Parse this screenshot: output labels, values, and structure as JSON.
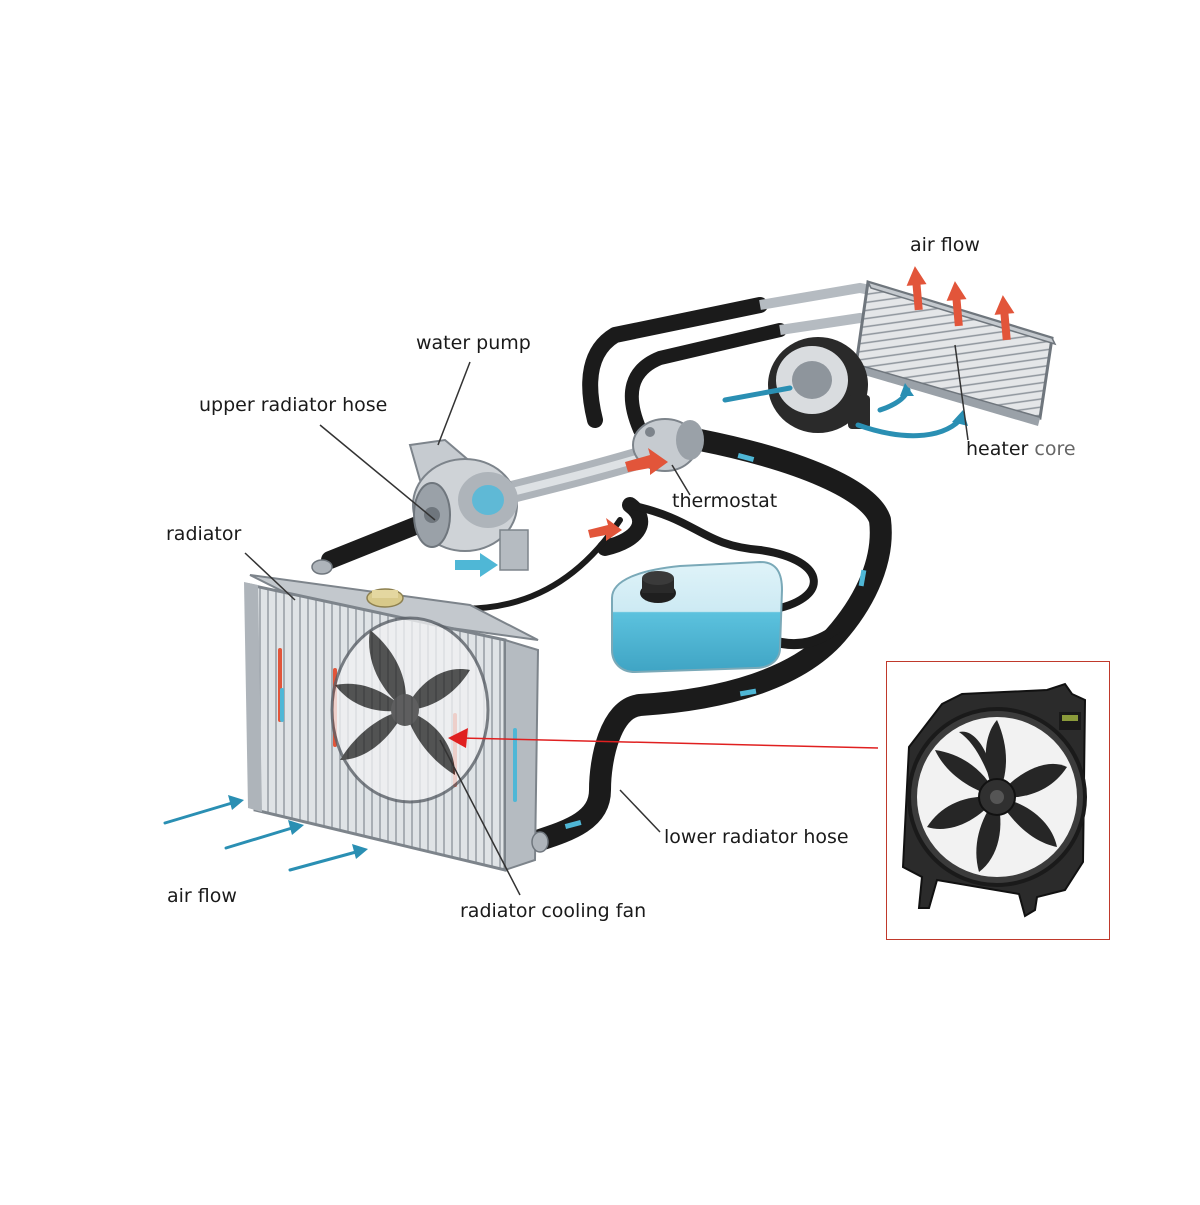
{
  "labels": {
    "air_flow_top": "air flow",
    "water_pump": "water pump",
    "upper_radiator_hose": "upper radiator hose",
    "radiator": "radiator",
    "thermostat": "thermostat",
    "heater_core_a": "heater",
    "heater_core_b": "core",
    "lower_radiator_hose": "lower radiator hose",
    "air_flow_bottom": "air flow",
    "radiator_cooling_fan": "radiator cooling fan"
  },
  "colors": {
    "hose": "#1b1b1b",
    "metal": "#b9bec4",
    "metal_dark": "#7d848b",
    "coolant": "#4fb7d6",
    "hot_arrow": "#e2553a",
    "cold_arrow": "#2a8fb3",
    "pointer_red": "#e02020",
    "leader": "#333333"
  }
}
